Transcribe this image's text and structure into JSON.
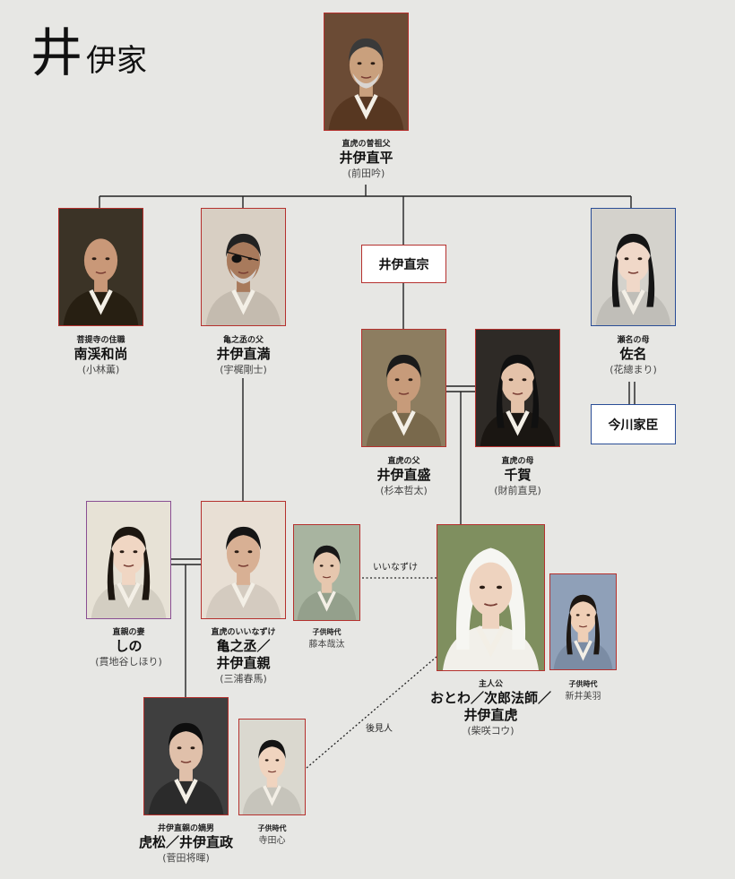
{
  "title": {
    "main": "井",
    "sub": "伊家"
  },
  "people": [
    {
      "id": "naohira",
      "role": "直虎の曽祖父",
      "name": "井伊直平",
      "actor": "(前田吟)",
      "icon": "samurai-elder-portrait-icon",
      "bg": "#6b4b35",
      "skin": "#c9a07d",
      "hair": "#3a3a3a"
    },
    {
      "id": "nanke",
      "role": "菩提寺の住職",
      "name": "南渓和尚",
      "actor": "(小林薫)",
      "icon": "monk-portrait-icon",
      "bg": "#3b3326",
      "skin": "#c99878",
      "hair": "#c99878"
    },
    {
      "id": "naomitsu",
      "role": "亀之丞の父",
      "name": "井伊直満",
      "actor": "(宇梶剛士)",
      "icon": "eyepatch-warrior-portrait-icon",
      "bg": "#d8cfc3",
      "skin": "#a87a5c",
      "hair": "#222222"
    },
    {
      "id": "sana",
      "role": "瀬名の母",
      "name": "佐名",
      "actor": "(花總まり)",
      "icon": "noblewoman-portrait-icon",
      "bg": "#d4d2cc",
      "skin": "#f0d8c8",
      "hair": "#151515"
    },
    {
      "id": "naomori",
      "role": "直虎の父",
      "name": "井伊直盛",
      "actor": "(杉本哲太)",
      "icon": "lord-portrait-icon",
      "bg": "#8d7d60",
      "skin": "#c79b7a",
      "hair": "#1a1a1a"
    },
    {
      "id": "chika",
      "role": "直虎の母",
      "name": "千賀",
      "actor": "(財前直見)",
      "icon": "lady-portrait-icon",
      "bg": "#2e2a26",
      "skin": "#e4c2a9",
      "hair": "#101010"
    },
    {
      "id": "shino",
      "role": "直親の妻",
      "name": "しの",
      "actor": "(貫地谷しほり)",
      "icon": "young-woman-portrait-icon",
      "bg": "#e7e2d6",
      "skin": "#f0d6c3",
      "hair": "#1c1610"
    },
    {
      "id": "naochika",
      "role": "直虎のいいなずけ",
      "name": "亀之丞／",
      "name2": "井伊直親",
      "actor": "(三浦春馬)",
      "icon": "young-samurai-portrait-icon",
      "bg": "#e8dfd4",
      "skin": "#d8b094",
      "hair": "#151515"
    },
    {
      "id": "naochika-child",
      "role": "子供時代",
      "name": "",
      "actor": "藤本哉汰",
      "icon": "boy-portrait-icon",
      "bg": "#a8b4a0",
      "skin": "#e6c7ae",
      "hair": "#181818"
    },
    {
      "id": "naotora",
      "role": "主人公",
      "name": "おとわ／次郎法師／",
      "name2": "井伊直虎",
      "actor": "(柴咲コウ)",
      "icon": "nun-portrait-icon",
      "bg": "#7f8f5f",
      "skin": "#eed3bf",
      "hair": "#f6f6f2"
    },
    {
      "id": "naotora-child",
      "role": "子供時代",
      "name": "",
      "actor": "新井美羽",
      "icon": "girl-portrait-icon",
      "bg": "#8fa0b8",
      "skin": "#efcfb6",
      "hair": "#1d1712"
    },
    {
      "id": "naomasa",
      "role": "井伊直親の嫡男",
      "name": "虎松／井伊直政",
      "actor": "(菅田将暉)",
      "icon": "young-man-portrait-icon",
      "bg": "#3f3f3f",
      "skin": "#e0c0aa",
      "hair": "#0e0e0e"
    },
    {
      "id": "naomasa-child",
      "role": "子供時代",
      "name": "",
      "actor": "寺田心",
      "icon": "child-portrait-icon",
      "bg": "#dad8cf",
      "skin": "#f0d4bf",
      "hair": "#141414"
    }
  ],
  "boxes": [
    {
      "id": "naomune",
      "text": "井伊直宗"
    },
    {
      "id": "imagawa",
      "text": "今川家臣"
    }
  ],
  "relations": [
    {
      "id": "betrothed",
      "text": "いいなずけ"
    },
    {
      "id": "guardian",
      "text": "後見人"
    }
  ],
  "colors": {
    "line": "#222222",
    "frame_red": "#b5312e",
    "frame_blue": "#2a4d96",
    "frame_purple": "#8a4f93",
    "background": "#e7e7e4"
  }
}
